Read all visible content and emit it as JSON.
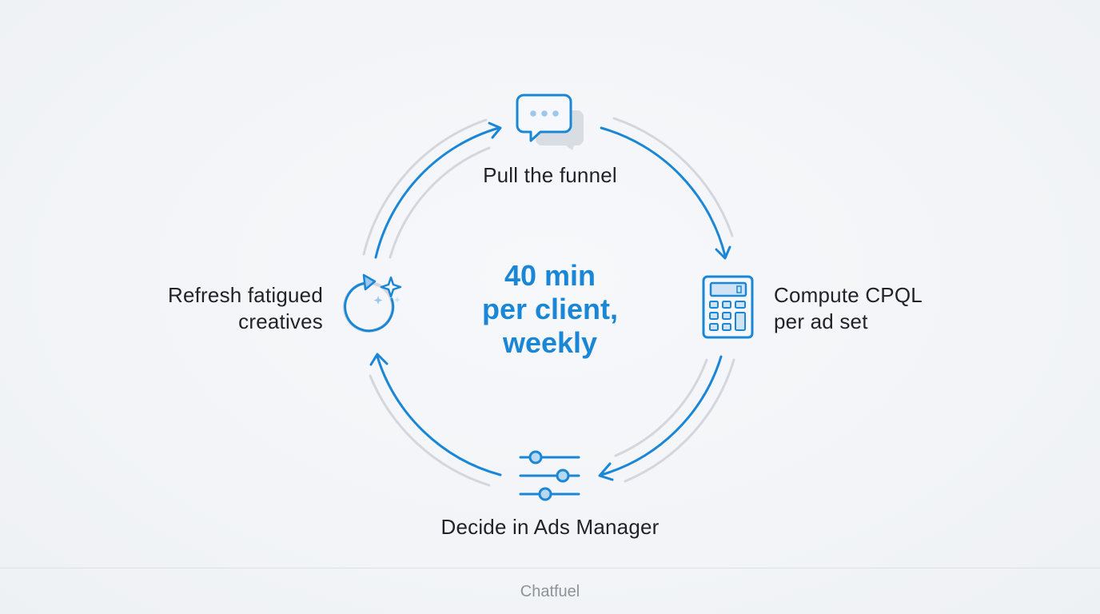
{
  "colors": {
    "accent": "#1a87d6",
    "accent_light": "#9cc8ec",
    "ring_gray": "#d3d7dd",
    "text": "#1f2328",
    "footer_text": "#8d9399"
  },
  "cycle": {
    "center_lines": [
      "40 min",
      "per client,",
      "weekly"
    ],
    "steps": [
      {
        "position": "top",
        "icon": "chat-bubble-icon",
        "lines": [
          "Pull the funnel"
        ]
      },
      {
        "position": "right",
        "icon": "calculator-icon",
        "lines": [
          "Compute CPQL",
          "per ad set"
        ]
      },
      {
        "position": "bottom",
        "icon": "sliders-icon",
        "lines": [
          "Decide in Ads Manager"
        ]
      },
      {
        "position": "left",
        "icon": "refresh-sparkle-icon",
        "lines": [
          "Refresh fatigued",
          "creatives"
        ]
      }
    ]
  },
  "footer": {
    "brand": "Chatfuel"
  }
}
